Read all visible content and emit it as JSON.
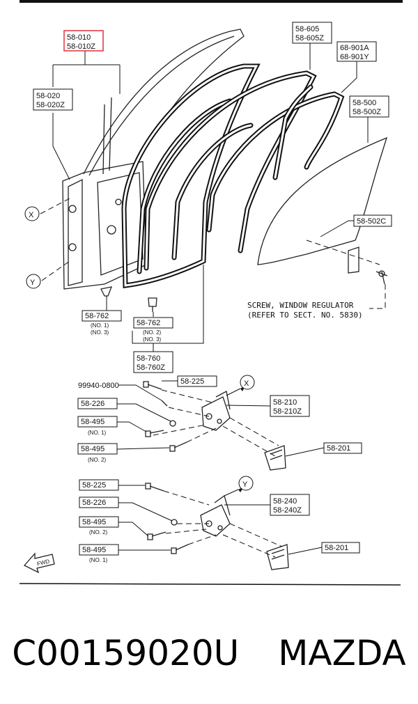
{
  "labels": {
    "frame_upper": "58-010",
    "frame_lower": "58-010Z",
    "door_upper": "58-020",
    "door_lower": "58-020Z",
    "runchannel_upper": "58-605",
    "runchannel_lower": "58-605Z",
    "weatherstrip_upper": "68-901A",
    "weatherstrip_lower": "68-901Y",
    "glass_upper": "58-500",
    "glass_lower": "58-500Z",
    "glass_bracket": "58-502C",
    "clip_a": "58-762",
    "clip_a_note1": "(NO. 1)",
    "clip_a_note2": "(NO. 3)",
    "clip_b": "58-762",
    "clip_b_note1": "(NO. 2)",
    "clip_b_note2": "(NO. 3)",
    "seal_upper": "58-760",
    "seal_lower": "58-760Z",
    "marker_x": "X",
    "marker_y": "Y",
    "screw_note_line1": "SCREW, WINDOW REGULATOR",
    "screw_note_line2": "(REFER TO SECT. NO. 5830)",
    "x_bolt_partno": "99940-0800",
    "x_bolt": "58-225",
    "x_washer": "58-226",
    "x_bolt1": "58-495",
    "x_bolt1_note": "(NO. 1)",
    "x_bolt2": "58-495",
    "x_bolt2_note": "(NO. 2)",
    "x_hinge_upper": "58-210",
    "x_hinge_lower": "58-210Z",
    "x_shim": "58-201",
    "y_bolt": "58-225",
    "y_washer": "58-226",
    "y_bolt2": "58-495",
    "y_bolt2_note": "(NO. 2)",
    "y_bolt1": "58-495",
    "y_bolt1_note": "(NO. 1)",
    "y_hinge_upper": "58-240",
    "y_hinge_lower": "58-240Z",
    "y_shim": "58-201",
    "fwd": "FWD"
  },
  "colors": {
    "highlight": "#e0303a",
    "ink": "#111111"
  },
  "caption": {
    "part_number": "C00159020U",
    "brand": "MAZDA"
  }
}
